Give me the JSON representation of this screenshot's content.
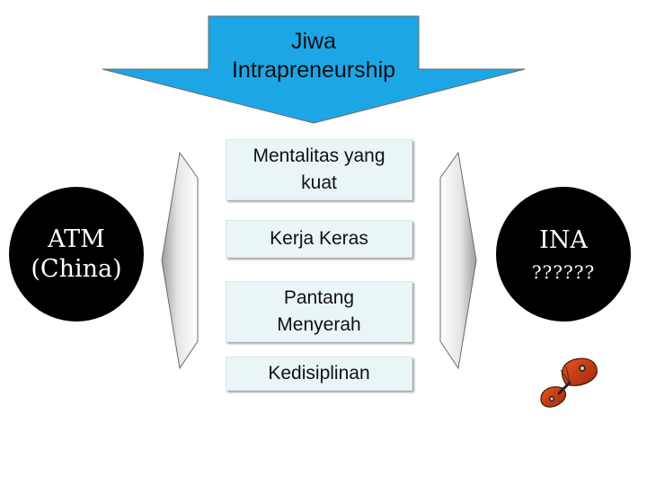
{
  "title": {
    "line1": "Jiwa",
    "line2": "Intrapreneurship"
  },
  "left_node": {
    "line1": "ATM",
    "line2": "(China)"
  },
  "right_node": {
    "line1": "INA",
    "line2": "??????"
  },
  "values": [
    {
      "line1": "Mentalitas yang",
      "line2": "kuat"
    },
    {
      "line1": "Kerja Keras"
    },
    {
      "line1": "Pantang",
      "line2": "Menyerah"
    },
    {
      "line1": "Kedisiplinan"
    }
  ],
  "colors": {
    "top_arrow": "#1da6e6",
    "circle": "#000000",
    "box_fill": "#eaf5f8",
    "side_arrow": "#d0d0d0"
  },
  "decoration": {
    "butterfly": "butterfly-icon"
  }
}
